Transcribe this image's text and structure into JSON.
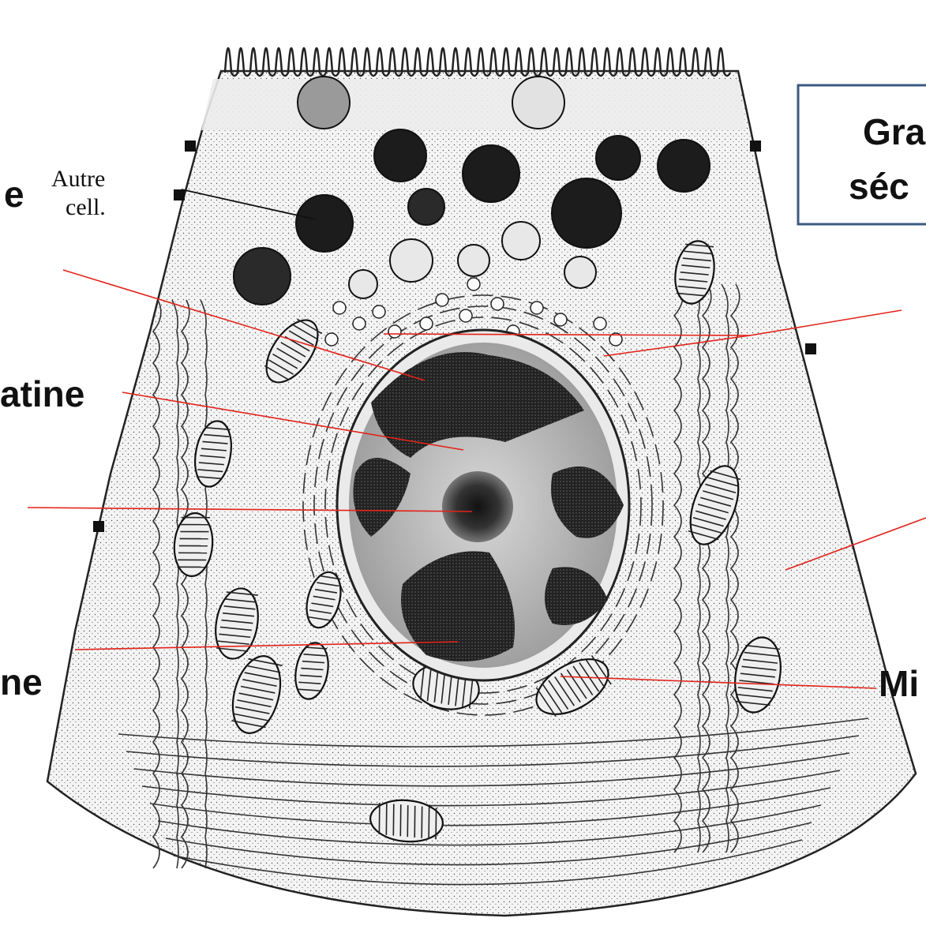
{
  "labels": {
    "nucleoplasme_fragment": "e",
    "chromatine_fragment": "atine",
    "heterochromatine_fragment": "ne",
    "mitochondrie_fragment": "Mi",
    "autre_cell_line1": "Autre",
    "autre_cell_line2": "cell.",
    "granules_line1": "Gra",
    "granules_line2": "séc"
  },
  "colors": {
    "leader_line": "#e2231a",
    "box_border": "#3d5a80"
  }
}
